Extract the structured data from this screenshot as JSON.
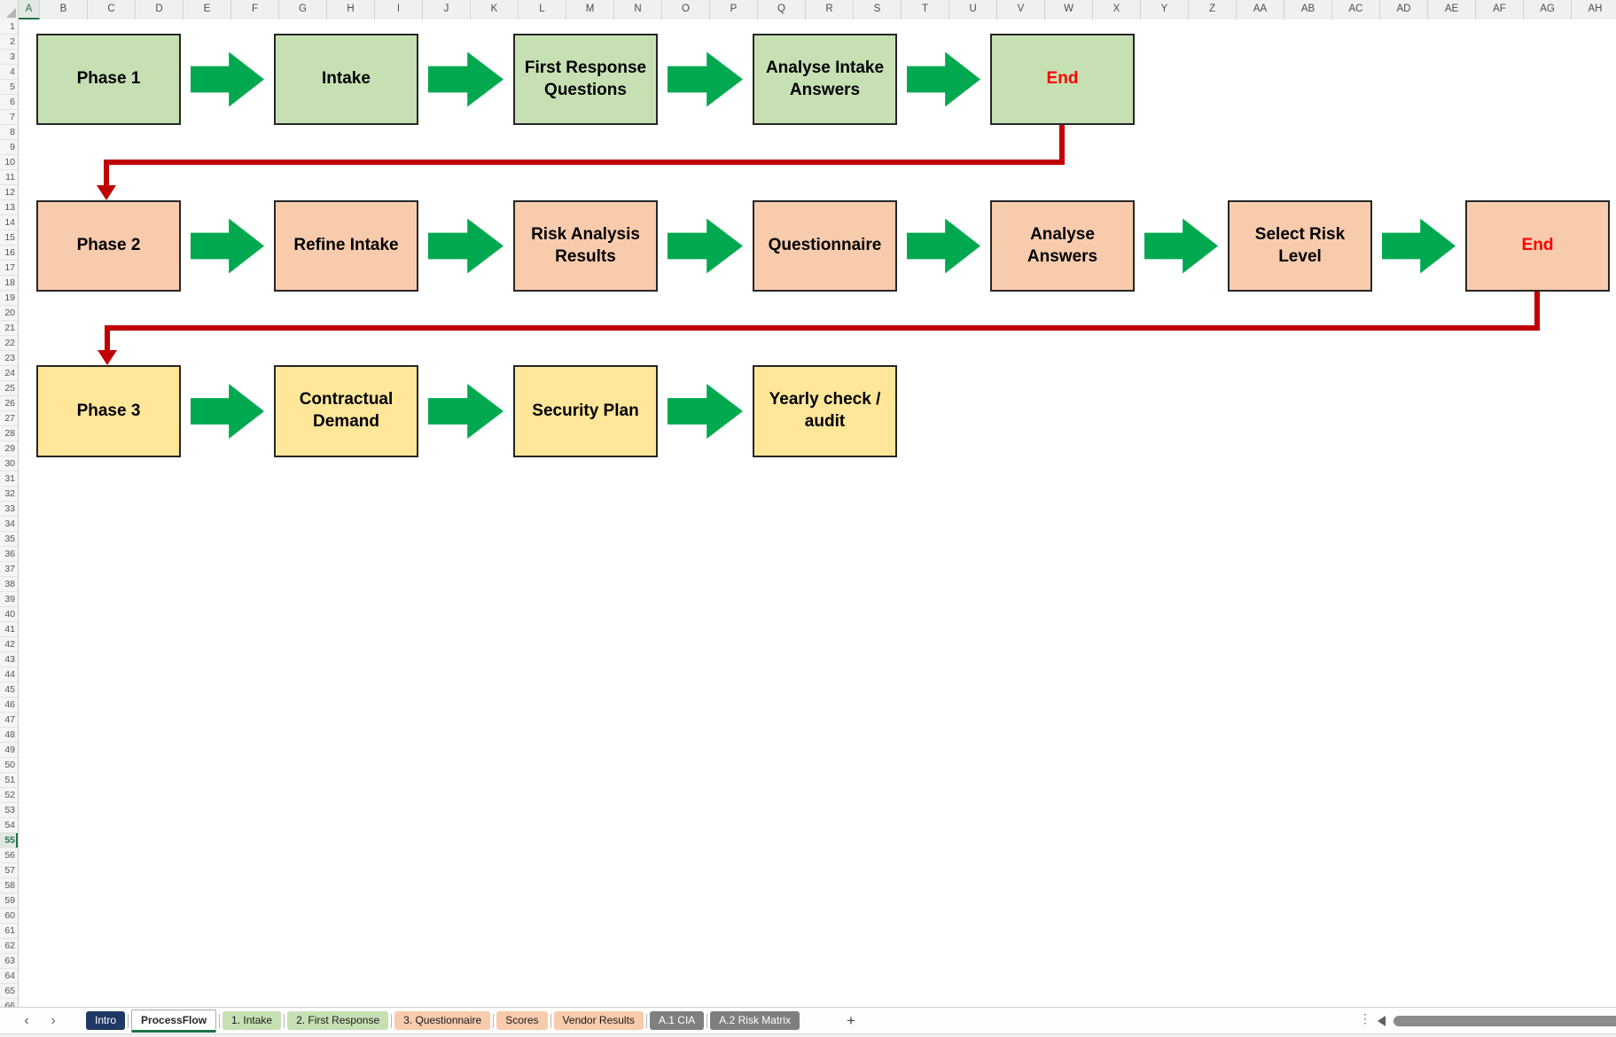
{
  "sheet": {
    "columns": [
      "A",
      "B",
      "C",
      "D",
      "E",
      "F",
      "G",
      "H",
      "I",
      "J",
      "K",
      "L",
      "M",
      "N",
      "O",
      "P",
      "Q",
      "R",
      "S",
      "T",
      "U",
      "V",
      "W",
      "X",
      "Y",
      "Z",
      "AA",
      "AB",
      "AC",
      "AD",
      "AE",
      "AF",
      "AG",
      "AH"
    ],
    "row_count": 66,
    "selection": {
      "row": 55,
      "column": "A",
      "accent_color": "#217346"
    }
  },
  "flowchart": {
    "arrow_color": "#00a94f",
    "connector_color": "#c00000",
    "box_border_color": "#262626",
    "rows": [
      {
        "name": "phase-1",
        "fill": "#c6e0b4",
        "boxes": [
          {
            "label": "Phase 1"
          },
          {
            "label": "Intake"
          },
          {
            "label": "First Response Questions"
          },
          {
            "label": "Analyse Intake Answers"
          },
          {
            "label": "End",
            "text_color": "#ff0000"
          }
        ]
      },
      {
        "name": "phase-2",
        "fill": "#f8cbad",
        "boxes": [
          {
            "label": "Phase 2"
          },
          {
            "label": "Refine Intake"
          },
          {
            "label": "Risk Analysis Results"
          },
          {
            "label": "Questionnaire"
          },
          {
            "label": "Analyse Answers"
          },
          {
            "label": "Select Risk Level"
          },
          {
            "label": "End",
            "text_color": "#ff0000"
          }
        ]
      },
      {
        "name": "phase-3",
        "fill": "#ffe699",
        "boxes": [
          {
            "label": "Phase 3"
          },
          {
            "label": "Contractual Demand"
          },
          {
            "label": "Security Plan"
          },
          {
            "label": "Yearly check / audit"
          }
        ]
      }
    ]
  },
  "tab_bar": {
    "nav_left": "‹",
    "nav_right": "›",
    "tabs": [
      {
        "label": "Intro",
        "bg": "#1f3864",
        "fg": "#ffffff"
      },
      {
        "label": "ProcessFlow",
        "active": true
      },
      {
        "label": "1. Intake",
        "bg": "#c6e0b4",
        "fg": "#1a1a1a"
      },
      {
        "label": "2. First Response",
        "bg": "#c6e0b4",
        "fg": "#1a1a1a"
      },
      {
        "label": "3. Questionnaire",
        "bg": "#f8cbad",
        "fg": "#1a1a1a"
      },
      {
        "label": "Scores",
        "bg": "#f8cbad",
        "fg": "#1a1a1a"
      },
      {
        "label": "Vendor Results",
        "bg": "#f8cbad",
        "fg": "#1a1a1a"
      },
      {
        "label": "A.1 CIA",
        "bg": "#7f7f7f",
        "fg": "#ffffff"
      },
      {
        "label": "A.2 Risk Matrix",
        "bg": "#7f7f7f",
        "fg": "#ffffff"
      }
    ],
    "add_label": "+",
    "overflow_dots": "⋮",
    "scroll_left_arrow": "scroll-left"
  }
}
